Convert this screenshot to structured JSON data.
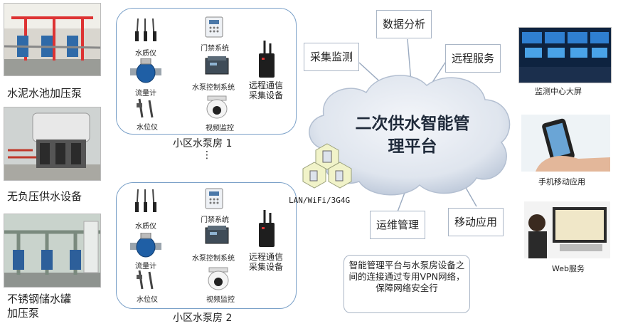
{
  "left_panel": {
    "items": [
      {
        "caption": "水泥水池加压泵"
      },
      {
        "caption": "无负压供水设备"
      },
      {
        "caption": "不锈钢储水罐加压泵"
      }
    ],
    "caption3_line1": "不锈钢储水罐",
    "caption3_line2": "加压泵"
  },
  "rooms": [
    {
      "title": "小区水泵房 1",
      "water_quality": "水质仪",
      "flow_meter": "流量计",
      "level_meter": "水位仪",
      "access": "门禁系统",
      "pump_control": "水泵控制系统",
      "video": "视频监控",
      "comm_line1": "远程通信",
      "comm_line2": "采集设备"
    },
    {
      "title": "小区水泵房 2",
      "water_quality": "水质仪",
      "flow_meter": "流量计",
      "level_meter": "水位仪",
      "access": "门禁系统",
      "pump_control": "水泵控制系统",
      "video": "视频监控",
      "comm_line1": "远程通信",
      "comm_line2": "采集设备"
    }
  ],
  "ellipsis": "⋮",
  "network_label": "LAN/WiFi/3G4G",
  "cloud": {
    "title_line1": "二次供水智能管",
    "title_line2": "理平台",
    "labels": {
      "collect": "采集监测",
      "analysis": "数据分析",
      "remote": "远程服务",
      "ops": "运维管理",
      "mobile": "移动应用"
    }
  },
  "note": "智能管理平台与水泵房设备之间的连接通过专用VPN网络，保障网络安全行",
  "right_panel": {
    "monitor": "监测中心大屏",
    "phone": "手机移动应用",
    "web": "Web服务"
  },
  "colors": {
    "cloud_light": "#e6ebf3",
    "cloud_dark": "#b7c3d6",
    "room_border": "#7aa0c8",
    "label_border": "#aab6c6"
  }
}
